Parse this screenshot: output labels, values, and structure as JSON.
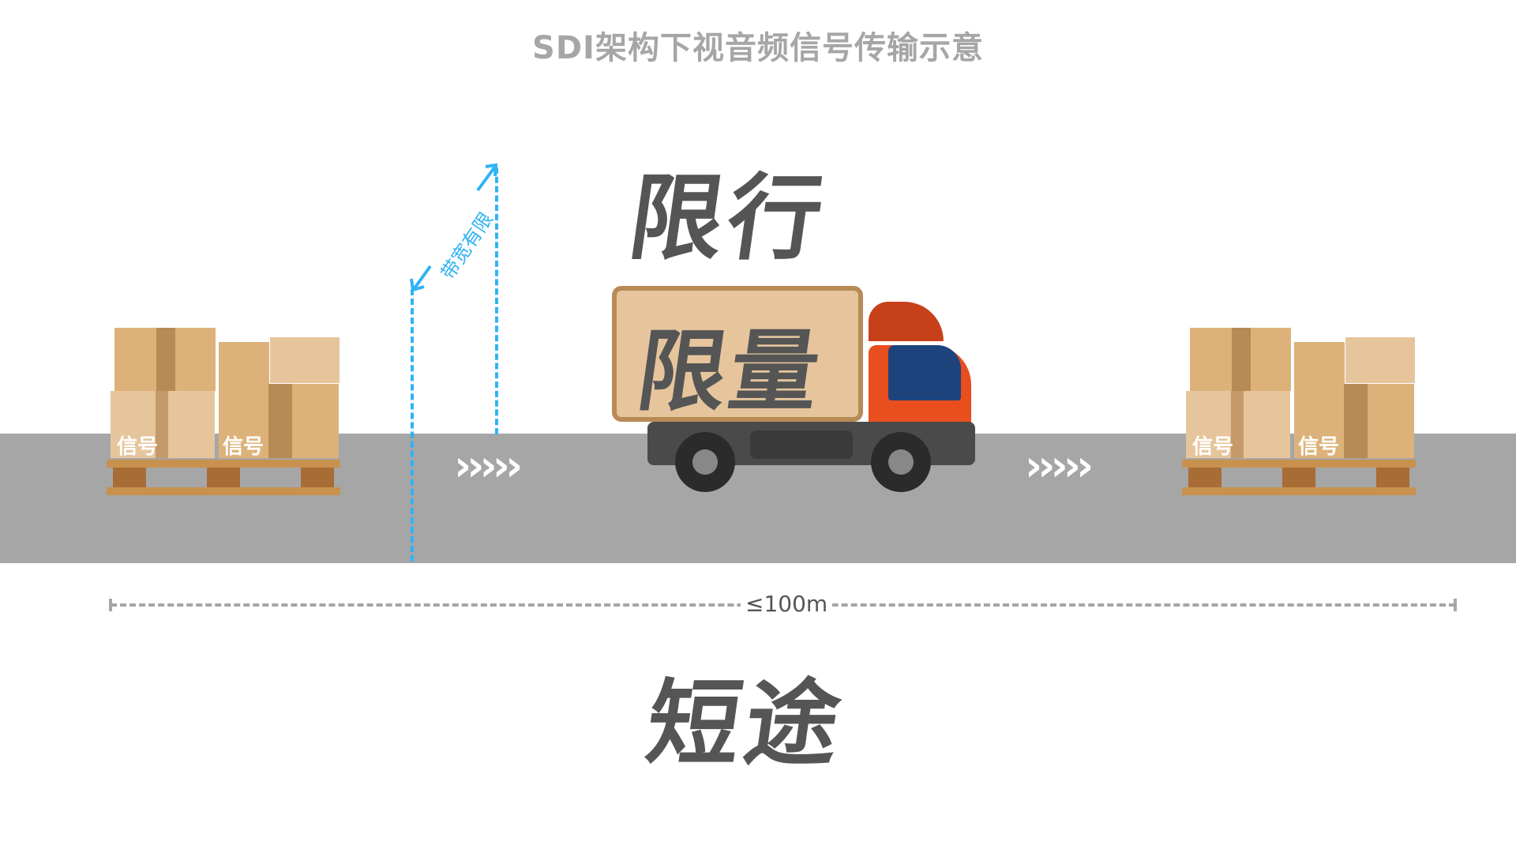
{
  "title": "SDI架构下视音频信号传输示意",
  "labels": {
    "top": "限行",
    "truck": "限量",
    "bottom": "短途",
    "bandwidth": "带宽有限",
    "distance": "≤100m",
    "box_left_1": "信号",
    "box_left_2": "信号",
    "box_right_1": "信号",
    "box_right_2": "信号",
    "chevrons_left": "›››››",
    "chevrons_right": "›››››"
  },
  "colors": {
    "road": "#a6a6a6",
    "text_dark": "#555555",
    "title_gray": "#a6a6a6",
    "accent_blue": "#2fb3f5",
    "truck_orange": "#e84e1e",
    "box_tan": "#e6c59d"
  }
}
